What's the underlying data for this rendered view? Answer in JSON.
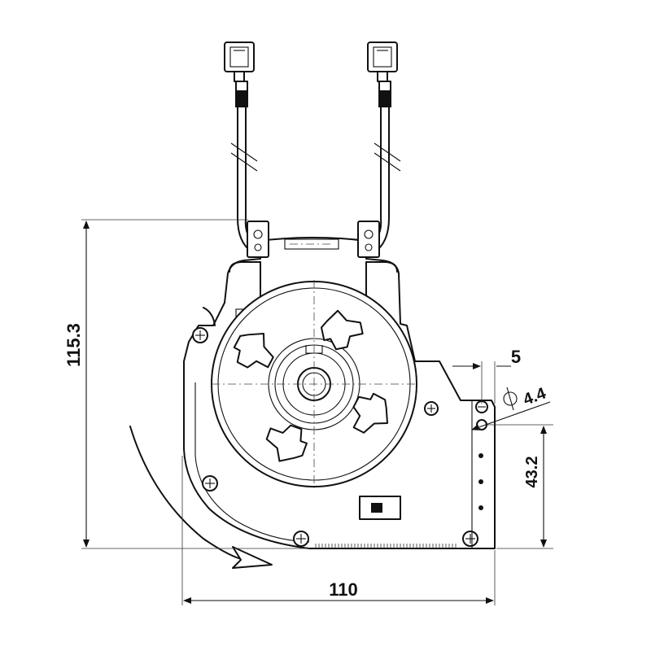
{
  "dimensions": {
    "height_total": "115.3",
    "width_total": "110",
    "mount_height": "43.2",
    "flange_offset": "5",
    "hole_diameter": "4.4"
  },
  "symbols": {
    "diameter": "Φ"
  },
  "colors": {
    "line": "#111111",
    "background": "#ffffff"
  }
}
